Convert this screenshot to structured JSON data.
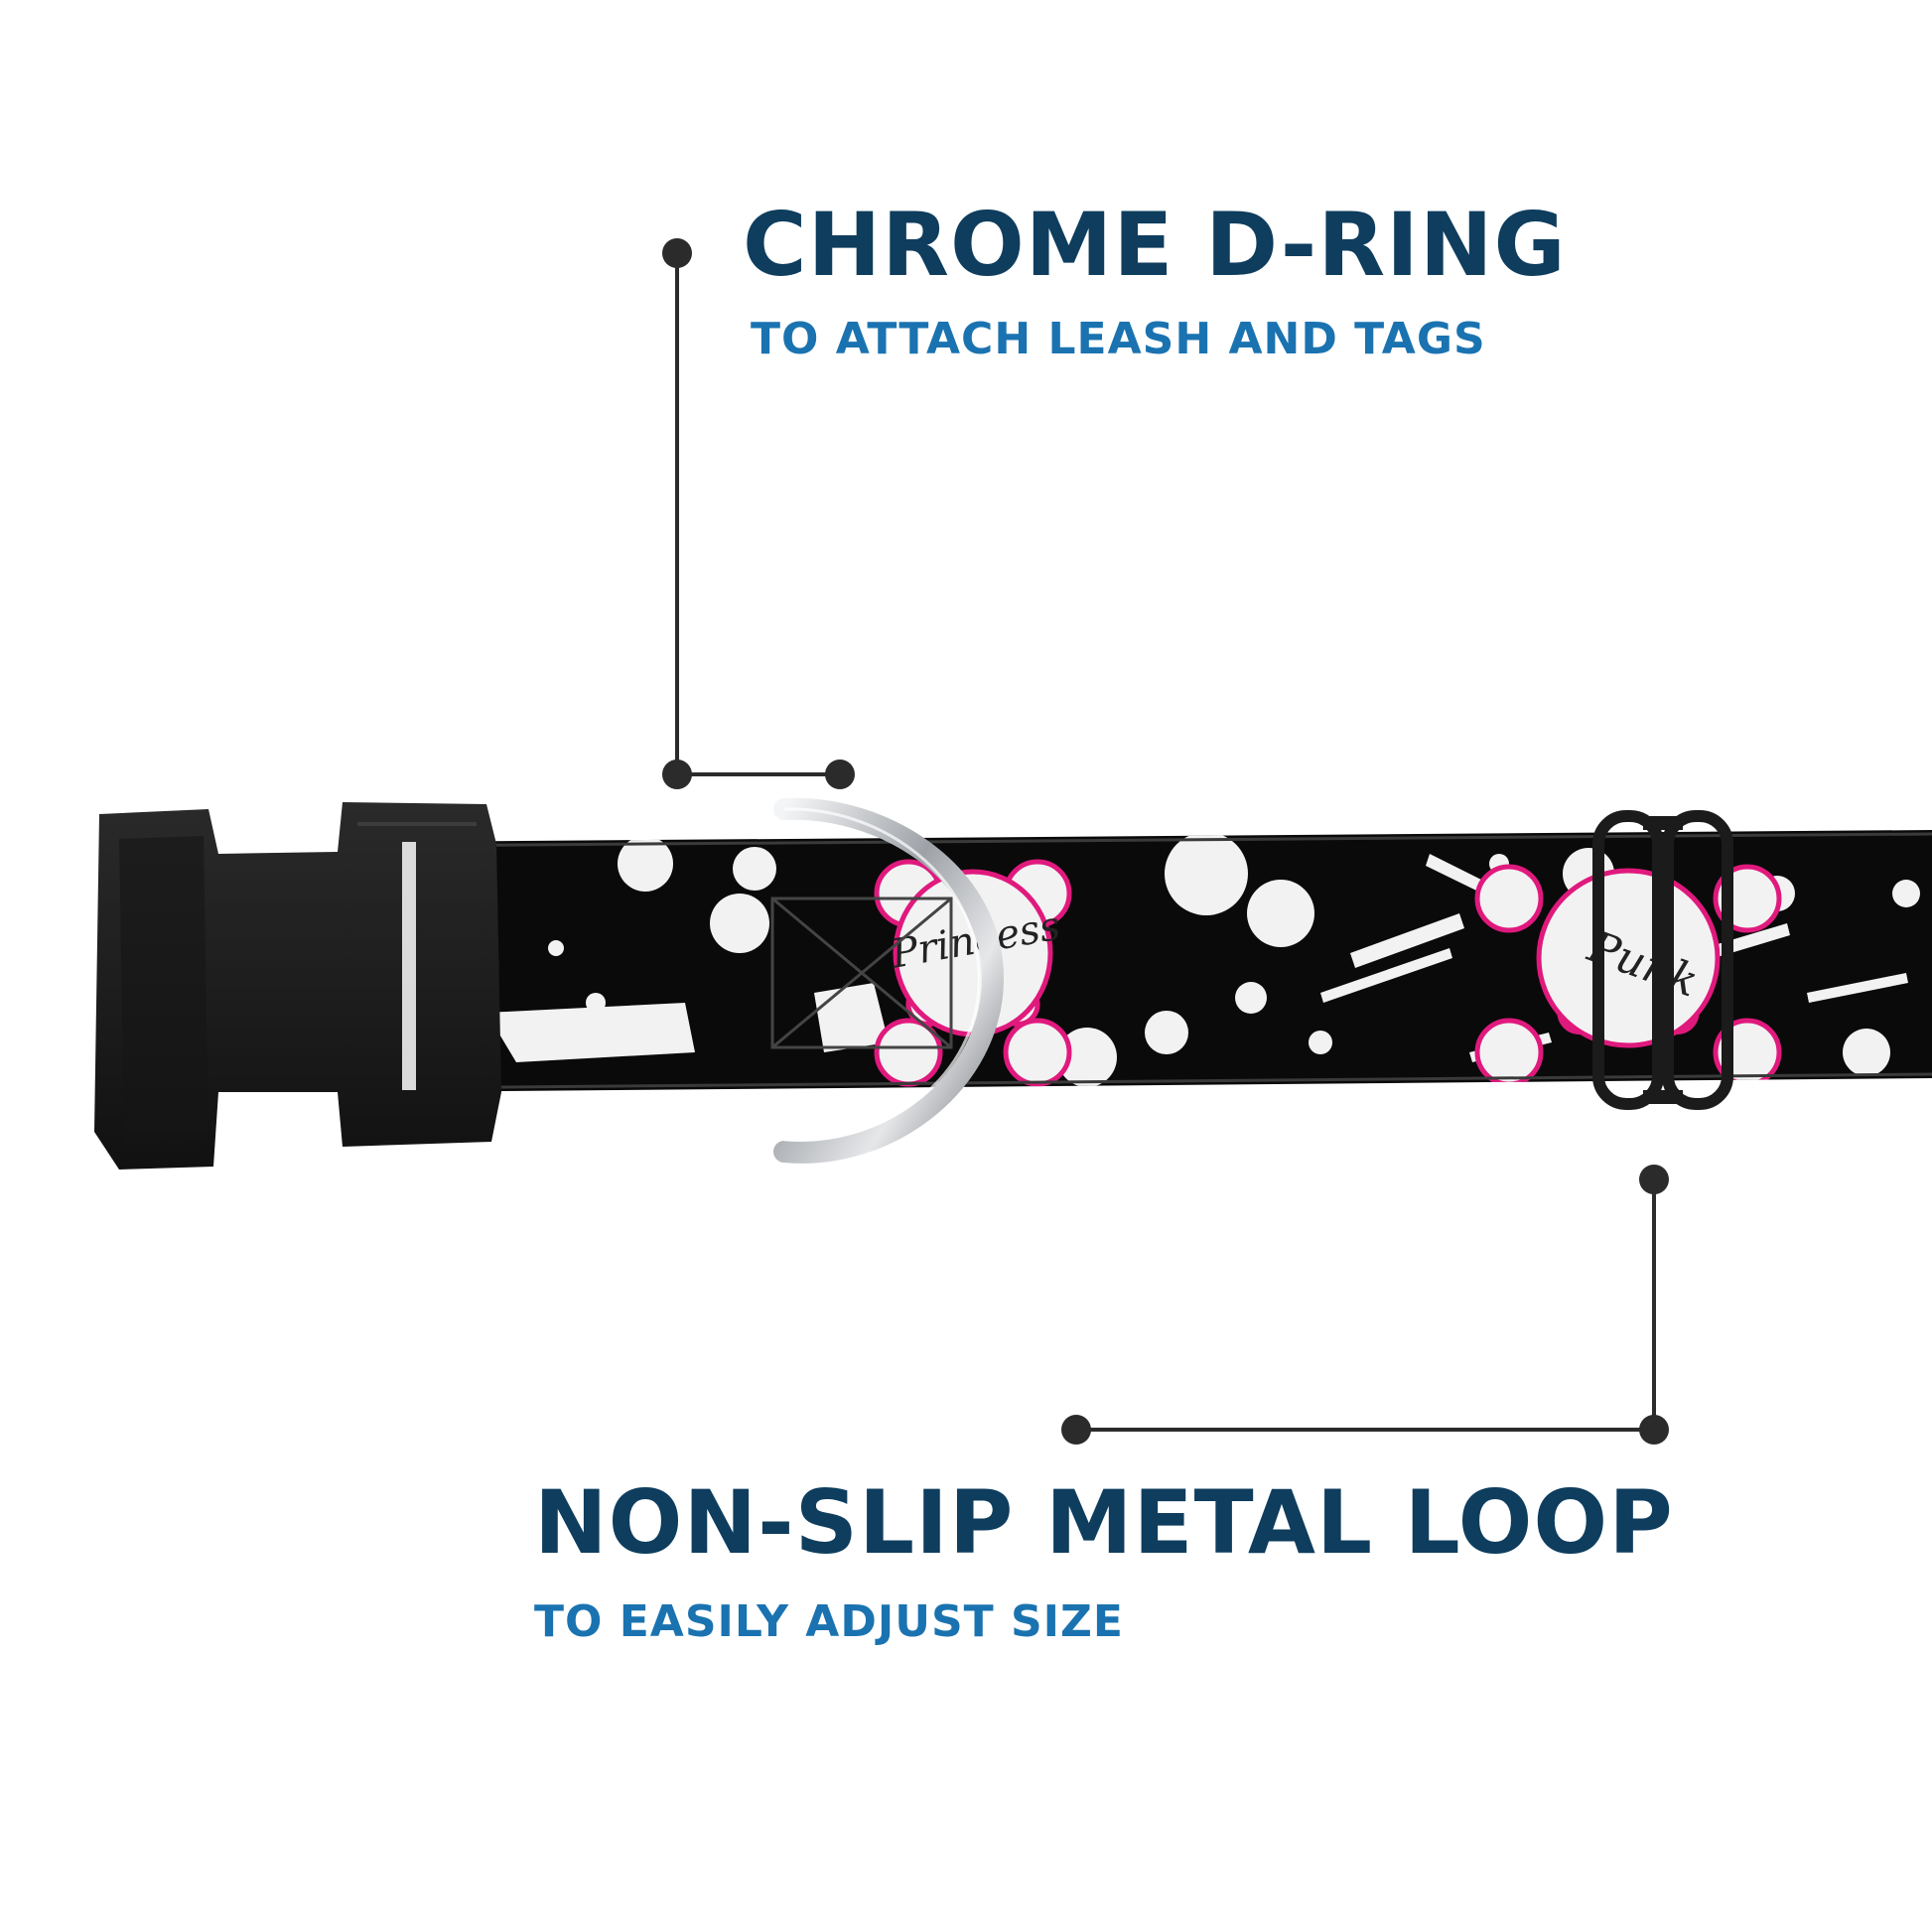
{
  "callouts": {
    "dring": {
      "title": "CHROME D-RING",
      "subtitle": "TO ATTACH LEASH AND TAGS"
    },
    "loop": {
      "title": "NON-SLIP METAL LOOP",
      "subtitle": "TO EASILY ADJUST SIZE"
    }
  },
  "collar_print_text": [
    "Princess",
    "Punk"
  ],
  "colors": {
    "headline": "#0e3d5e",
    "subline": "#1a73b0",
    "leader_line": "#2b2b2b",
    "collar_black": "#0a0a0a",
    "collar_white": "#f2f2f2",
    "accent_pink": "#e0197d",
    "buckle": "#1b1b1b",
    "chrome": "#b9bcc0"
  }
}
